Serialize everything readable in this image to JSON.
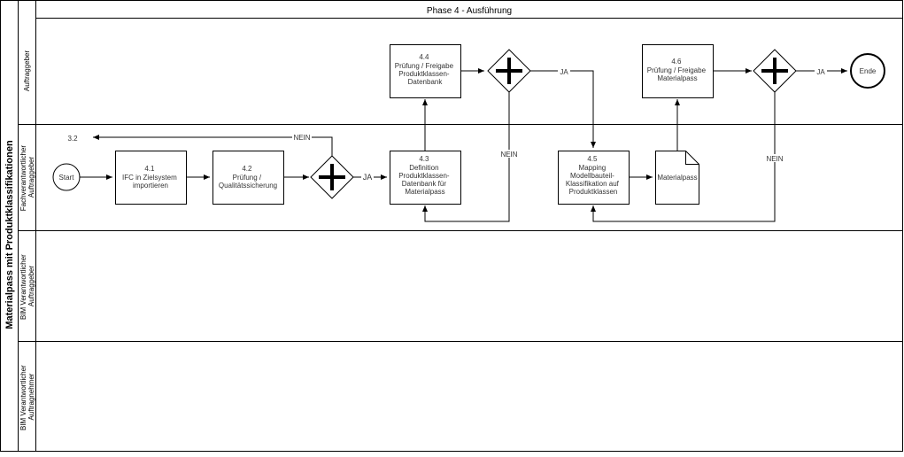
{
  "diagram": {
    "title": "Materialpass mit Produktklassifikationen",
    "phase": "Phase 4 - Ausführung",
    "lanes": [
      {
        "id": "lane-auftraggeber",
        "lines": [
          "Auftraggeber"
        ]
      },
      {
        "id": "lane-fachverantwortlicher",
        "lines": [
          "Fachverantwortlicher",
          "Auftraggeber"
        ]
      },
      {
        "id": "lane-bim-ag",
        "lines": [
          "BIM Verantwortlicher",
          "Auftraggeber"
        ]
      },
      {
        "id": "lane-bim-an",
        "lines": [
          "BIM Verantwortlicher",
          "Auftragnehmer"
        ]
      }
    ],
    "nodes": {
      "start": {
        "label": "Start"
      },
      "n41": {
        "lines": [
          "4.1",
          "IFC in Zielsystem",
          "importieren"
        ]
      },
      "n42": {
        "lines": [
          "4.2",
          "Prüfung /",
          "Qualitätssicherung"
        ]
      },
      "n43": {
        "lines": [
          "4.3",
          "Definition",
          "Produktklassen-",
          "Datenbank für",
          "Materialpass"
        ]
      },
      "n44": {
        "lines": [
          "4.4",
          "Prüfung / Freigabe",
          "Produktklassen-",
          "Datenbank"
        ]
      },
      "n45": {
        "lines": [
          "4.5",
          "Mapping",
          "Modellbauteil-",
          "Klassifikation auf",
          "Produktklassen"
        ]
      },
      "n46": {
        "lines": [
          "4.6",
          "Prüfung / Freigabe",
          "Materialpass"
        ]
      },
      "doc": {
        "label": "Materialpass"
      },
      "end": {
        "label": "Ende"
      }
    },
    "edge_labels": {
      "ref": "3.2",
      "nein1": "NEIN",
      "ja1": "JA",
      "ja2": "JA",
      "nein2": "NEIN",
      "ja3": "JA",
      "nein3": "NEIN"
    }
  }
}
